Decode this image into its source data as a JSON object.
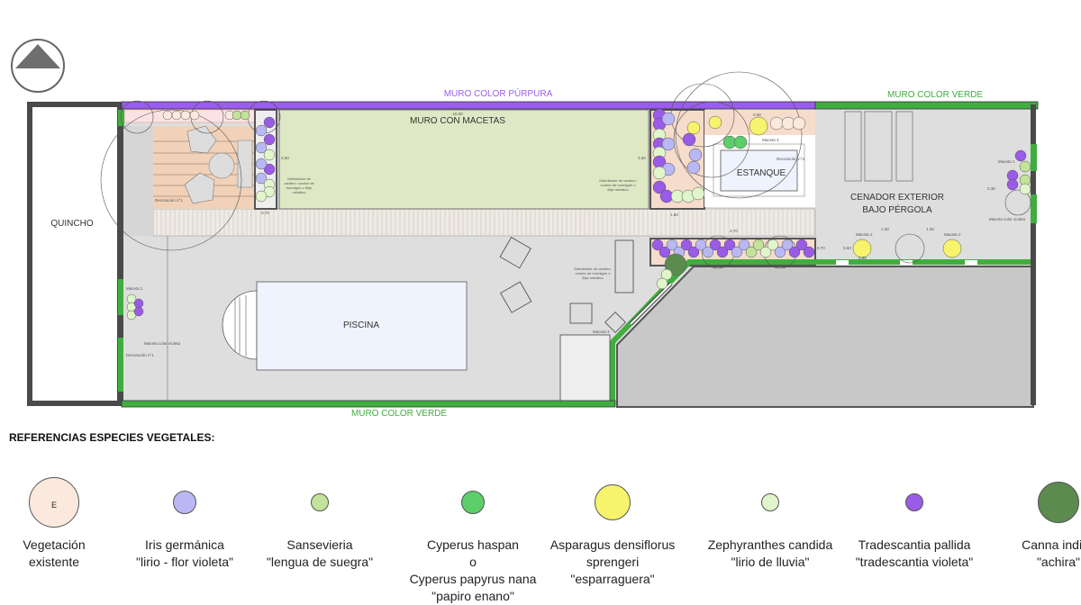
{
  "plan": {
    "walls": {
      "top_purple": "MURO COLOR PÚRPURA",
      "top_green": "MURO COLOR VERDE",
      "bottom_green": "MURO COLOR VERDE"
    },
    "areas": {
      "quincho": "QUINCHO",
      "muro_macetas": "MURO CON MACETAS",
      "piscina": "PISCINA",
      "estanque": "ESTANQUE",
      "cenador_1": "CENADOR EXTERIOR",
      "cenador_2": "BAJO PÉRGOLA"
    },
    "notes": {
      "delimitador_1": "Delimitador de cantero: cordón de hormigón o fleje metálico",
      "delimitador_2": "Delimitador de cantero: cordón de hormigón o fleje metálico",
      "delimitador_3": "Delimitador de cantero: cordón de hormigón o fleje metálico",
      "decoracion_1": "Decoración n°1",
      "decoracion_1b": "Decoración n°1",
      "decoracion_2": "Decoración n°2",
      "maceta_1": "Maceta 1",
      "maceta_1b": "Maceta 1",
      "maceta_2": "Maceta 2",
      "maceta_2b": "Maceta 2",
      "maceta_3": "Maceta 3",
      "maceta_3b": "Maceta 3",
      "maceta_violeta": "Maceta color violeta",
      "maceta_violeta_b": "Maceta color violeta"
    },
    "dimensions": {
      "d_10_60": "10.60",
      "d_2_60a": "2.60",
      "d_2_60b": "2.60",
      "d_0_70a": "0.70",
      "d_1_60": "1.60",
      "d_4_70": "4.70",
      "d_0_70b": "0.70",
      "d_1_30a": "1.30",
      "d_1_30b": "1.30",
      "d_0_58a": "0.58",
      "d_0_58b": "0.58",
      "d_0_50": "0.50",
      "d_0_38": "0.38"
    },
    "colors": {
      "purple_wall": "#9b5cf0",
      "green_wall": "#3fae3f",
      "lawn": "#dfe8c4",
      "floor": "#dedede",
      "deck": "#f1d2b8",
      "water": "#eef3fd"
    }
  },
  "legend": {
    "title": "REFERENCIAS ESPECIES VEGETALES:",
    "existing_symbol": "E",
    "items": [
      {
        "line1": "Vegetación",
        "line2": "existente",
        "color": "#fbe9de"
      },
      {
        "line1": "Iris germánica",
        "line2": "\"lirio - flor violeta\"",
        "color": "#b9b8f4"
      },
      {
        "line1": "Sansevieria",
        "line2": "\"lengua de suegra\"",
        "color": "#c3e29a"
      },
      {
        "line1": "Cyperus haspan",
        "line2": "o",
        "line3": "Cyperus papyrus nana",
        "line4": "\"papiro enano\"",
        "color": "#5ccf6a"
      },
      {
        "line1": "Asparagus densiflorus",
        "line2": "sprengeri",
        "line3": "\"esparraguera\"",
        "color": "#f7f36c"
      },
      {
        "line1": "Zephyranthes candida",
        "line2": "\"lirio de lluvia\"",
        "color": "#e0f5ca"
      },
      {
        "line1": "Tradescantia pallida",
        "line2": "\"tradescantia violeta\"",
        "color": "#9a5be6"
      },
      {
        "line1": "Canna indica",
        "line2": "\"achira\"",
        "color": "#5c8b50"
      }
    ]
  }
}
